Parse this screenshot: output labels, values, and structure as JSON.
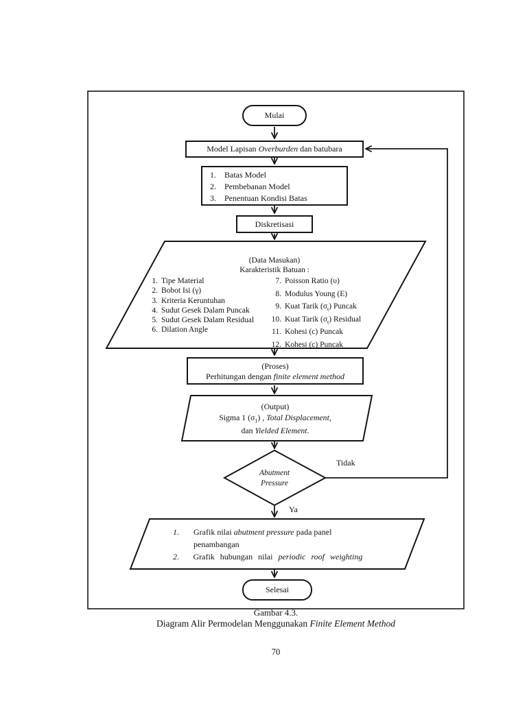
{
  "flowchart": {
    "start_label": "Mulai",
    "model_box": {
      "pre": "Model Lapisan ",
      "italic": "Overburden",
      "post": " dan batubara"
    },
    "setup_box": {
      "items": [
        {
          "num": "1.",
          "text": "Batas Model"
        },
        {
          "num": "2.",
          "text": "Pembebanan Model"
        },
        {
          "num": "3.",
          "text": "Penentuan Kondisi Batas"
        }
      ]
    },
    "discretization_label": "Diskretisasi",
    "input_para": {
      "title": "(Data Masukan)",
      "subtitle": "Karakteristik Batuan :",
      "left_items": [
        {
          "num": "1.",
          "text": "Tipe Material"
        },
        {
          "num": "2.",
          "text": "Bobot Isi (γ)"
        },
        {
          "num": "3.",
          "text": "Kriteria Keruntuhan"
        },
        {
          "num": "4.",
          "text": "Sudut Gesek Dalam Puncak"
        },
        {
          "num": "5.",
          "text": "Sudut Gesek Dalam Residual"
        },
        {
          "num": "6.",
          "text": "Dilation Angle"
        }
      ],
      "right_items": [
        {
          "num": "7.",
          "pre": "Poisson Ratio (υ)"
        },
        {
          "num": "8.",
          "pre": "Modulus Young (E)"
        },
        {
          "num": "9.",
          "pre": "Kuat Tarik (σ",
          "sub": "t",
          "post": ") Puncak"
        },
        {
          "num": "10.",
          "pre": "Kuat Tarik (σ",
          "sub": "t",
          "post": ") Residual"
        },
        {
          "num": "11.",
          "pre": "Kohesi (c) Puncak"
        },
        {
          "num": "12.",
          "pre": "Kohesi (c) Puncak"
        }
      ]
    },
    "process_box": {
      "title": "(Proses)",
      "pre": "Perhitungan dengan ",
      "italic": "finite element method"
    },
    "output_para": {
      "title": "(Output)",
      "l1_pre": "Sigma 1 (σ",
      "l1_sub": "1",
      "l1_mid": ") , ",
      "l1_italic": "Total Displacement,",
      "l2_pre": "dan ",
      "l2_italic": "Yielded Element",
      "l2_post": "."
    },
    "decision": {
      "line1": "Abutment",
      "line2": "Pressure",
      "no_label": "Tidak",
      "yes_label": "Ya"
    },
    "result_para": {
      "items": [
        {
          "num": "1.",
          "pre": "Grafik nilai ",
          "italic": "abutment pressure",
          "post": " pada panel penambangan"
        },
        {
          "num": "2.",
          "pre": "Grafik hubungan nilai ",
          "italic": "periodic roof weighting",
          "post": ""
        }
      ]
    },
    "end_label": "Selesai"
  },
  "caption": {
    "line1": "Gambar 4.3.",
    "line2_pre": "Diagram Alir Permodelan Menggunakan ",
    "line2_italic": "Finite Element Method"
  },
  "page_number": "70"
}
